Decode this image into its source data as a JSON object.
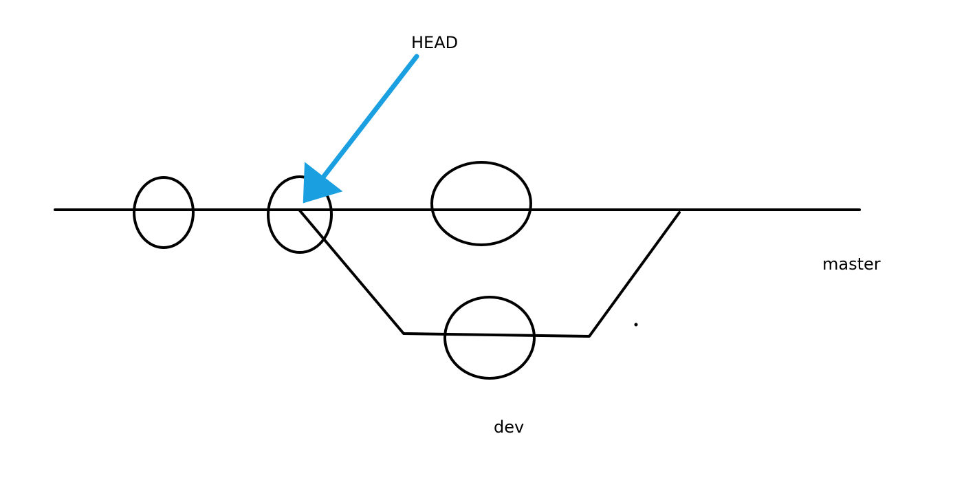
{
  "labels": {
    "head": "HEAD",
    "master": "master",
    "dev": "dev"
  },
  "colors": {
    "stroke": "#000000",
    "pointer": "#1a9fe0",
    "background": "#ffffff"
  }
}
